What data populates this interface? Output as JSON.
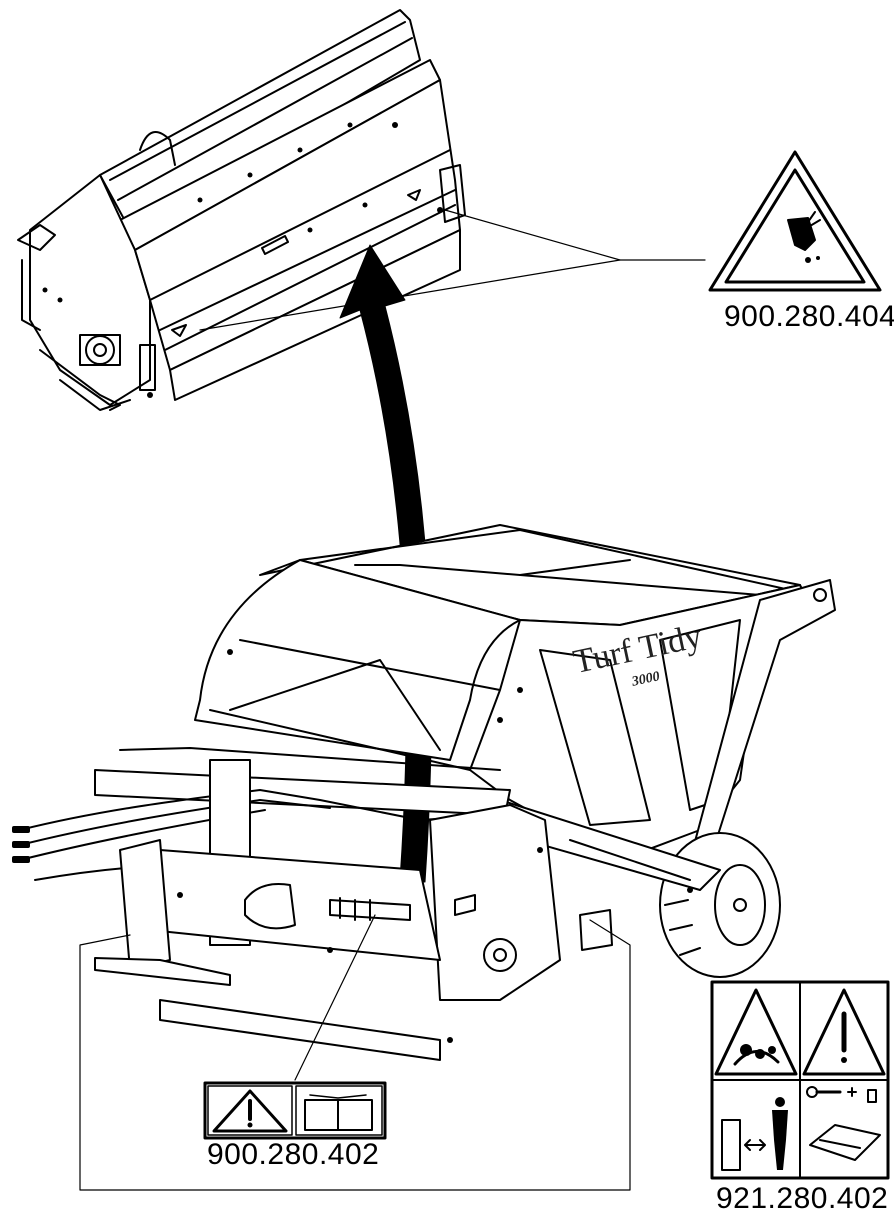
{
  "labels": {
    "decal_top_right": "900.280.404",
    "decal_center": "900.280.402",
    "decal_bottom_right": "921.280.402"
  },
  "machine": {
    "brand": "Turf Tidy",
    "model": "3000"
  },
  "icons": {
    "hand_injury_warning": "hand-warning-icon",
    "general_warning": "exclamation-warning-icon",
    "read_manual": "manual-book-icon",
    "thrown_objects": "thrown-objects-icon",
    "keep_distance": "keep-distance-icon",
    "remove_key": "remove-key-icon"
  },
  "colors": {
    "line": "#000000",
    "background": "#ffffff"
  }
}
